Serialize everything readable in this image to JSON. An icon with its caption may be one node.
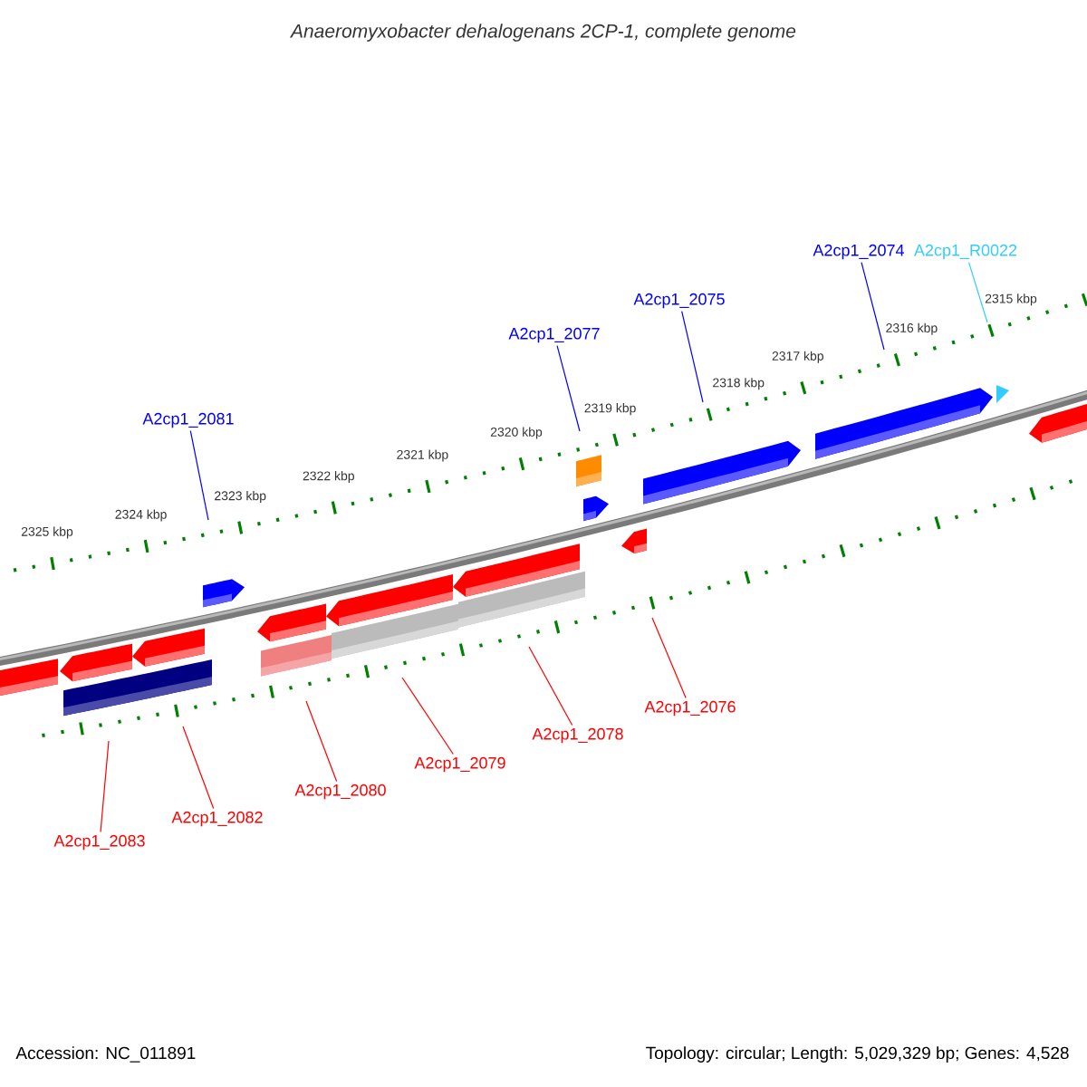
{
  "diagram": {
    "title": "Anaeromyxobacter dehalogenans 2CP-1, complete genome",
    "nodes": [
      {
        "text": [
          "A2cp1_2074"
        ]
      },
      {
        "text": [
          "A2cp1_R0022"
        ]
      },
      {
        "text": [
          "A2cp1_2075"
        ]
      },
      {
        "text": [
          "A2cp1_2077"
        ]
      },
      {
        "text": [
          "A2cp1_2081"
        ]
      },
      {
        "text": [
          "A2cp1_2076"
        ]
      },
      {
        "text": [
          "A2cp1_2078"
        ]
      },
      {
        "text": [
          "A2cp1_2079"
        ]
      },
      {
        "text": [
          "A2cp1_2080"
        ]
      },
      {
        "text": [
          "A2cp1_2082"
        ]
      },
      {
        "text": [
          "A2cp1_2083"
        ]
      }
    ],
    "edges": [
      {
        "from": 0,
        "to": null,
        "arrow": "none",
        "color": "#0000ff"
      },
      {
        "from": 1,
        "to": null,
        "arrow": "none",
        "color": "#33ccff"
      },
      {
        "from": 2,
        "to": null,
        "arrow": "none",
        "color": "#0000ff"
      },
      {
        "from": 3,
        "to": null,
        "arrow": "none",
        "color": "#0000ff"
      },
      {
        "from": 4,
        "to": null,
        "arrow": "none",
        "color": "#0000ff"
      },
      {
        "from": 5,
        "to": null,
        "arrow": "none"
      },
      {
        "from": 6,
        "to": null,
        "arrow": "none"
      },
      {
        "from": 7,
        "to": null,
        "arrow": "none"
      },
      {
        "from": 8,
        "to": null,
        "arrow": "none"
      },
      {
        "from": 9,
        "to": null,
        "arrow": "none"
      },
      {
        "from": 10,
        "to": null,
        "arrow": "none"
      }
    ],
    "labels": [
      "2325 kbp",
      "2324 kbp",
      "2323 kbp",
      "2322 kbp",
      "2321 kbp",
      "2320 kbp",
      "2319 kbp",
      "2318 kbp",
      "2317 kbp",
      "2316 kbp",
      "2315 kbp",
      "Accession: NC_011891",
      "Topology: circular; Length: 5,029,329 bp; Genes: 4,528"
    ]
  }
}
